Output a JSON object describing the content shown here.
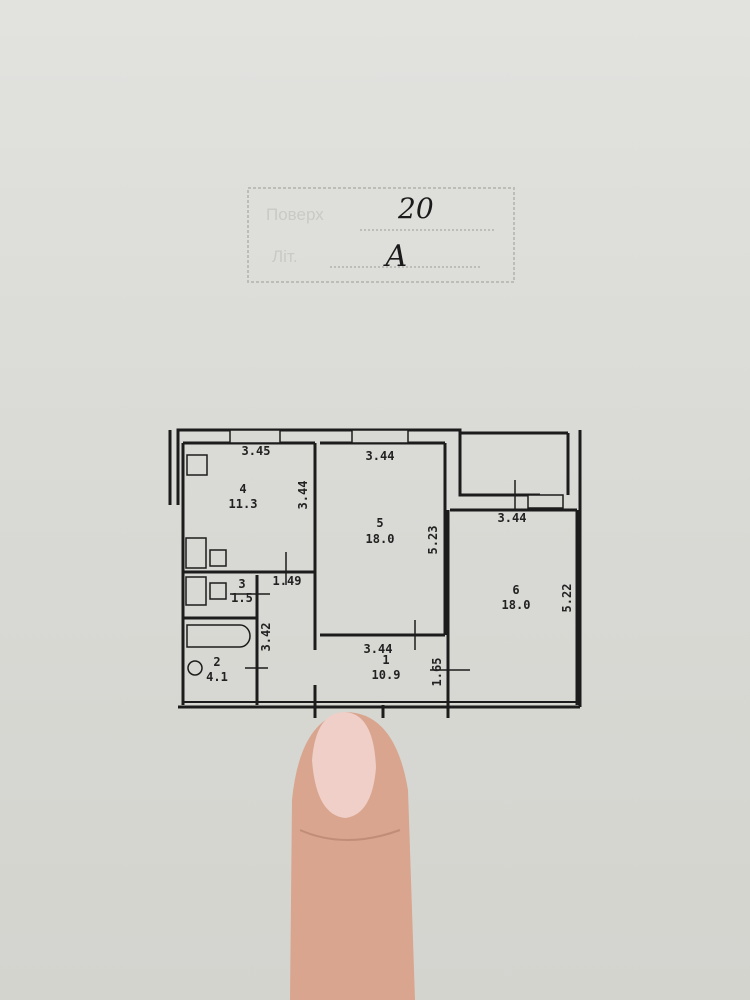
{
  "stamp": {
    "floor_label": "Поверх",
    "letter_label": "Літ.",
    "floor_value": "20",
    "letter_value": "А"
  },
  "rooms": [
    {
      "number": "1",
      "area": "10.9"
    },
    {
      "number": "2",
      "area": "4.1"
    },
    {
      "number": "3",
      "area": "1.5"
    },
    {
      "number": "4",
      "area": "11.3"
    },
    {
      "number": "5",
      "area": "18.0"
    },
    {
      "number": "6",
      "area": "18.0"
    }
  ],
  "dimensions": {
    "kitchen_width": "3.45",
    "kitchen_depth": "3.44",
    "room5_width": "3.44",
    "room5_depth": "5.23",
    "room6_width": "3.44",
    "room6_depth": "5.22",
    "corridor_width": "3.44",
    "corridor_depth": "1.65",
    "hall_width": "1.49",
    "bath_depth": "3.42"
  }
}
